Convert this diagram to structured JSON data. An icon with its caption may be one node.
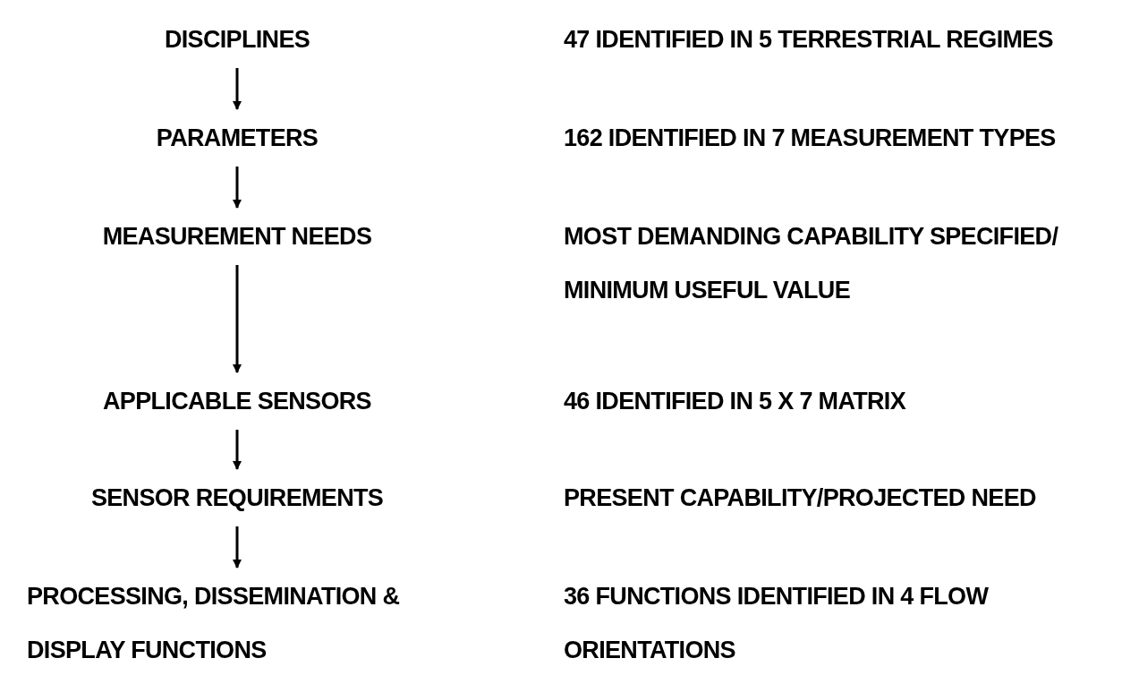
{
  "diagram": {
    "nodes": [
      {
        "text": [
          "DISCIPLINES"
        ]
      },
      {
        "text": [
          "PARAMETERS"
        ]
      },
      {
        "text": [
          "MEASUREMENT NEEDS"
        ]
      },
      {
        "text": [
          "APPLICABLE SENSORS"
        ]
      },
      {
        "text": [
          "SENSOR REQUIREMENTS"
        ]
      },
      {
        "text": [
          "PROCESSING, DISSEMINATION & DISPLAY FUNCTIONS"
        ]
      }
    ],
    "edges": [
      {
        "from": 0,
        "to": 1,
        "arrow": "to"
      },
      {
        "from": 1,
        "to": 2,
        "arrow": "to"
      },
      {
        "from": 2,
        "to": 3,
        "arrow": "to"
      },
      {
        "from": 3,
        "to": 4,
        "arrow": "to"
      },
      {
        "from": 4,
        "to": 5,
        "arrow": "to"
      }
    ],
    "labels": [
      "47 IDENTIFIED IN 5 TERRESTRIAL REGIMES",
      "162 IDENTIFIED IN 7 MEASUREMENT TYPES",
      "MOST DEMANDING CAPABILITY SPECIFIED/ MINIMUM USEFUL VALUE",
      "46 IDENTIFIED IN 5 X 7 MATRIX",
      "PRESENT CAPABILITY/PROJECTED NEED",
      "36 FUNCTIONS IDENTIFIED IN 4 FLOW ORIENTATIONS"
    ]
  }
}
